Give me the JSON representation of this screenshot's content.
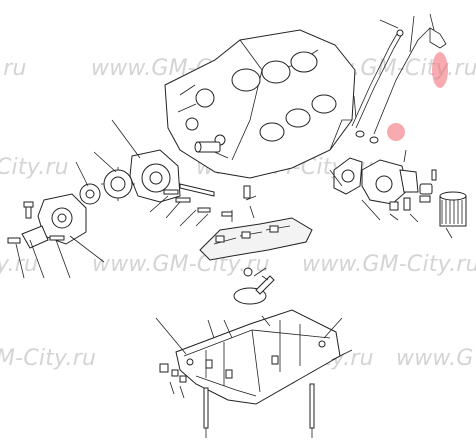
{
  "watermark": {
    "text_full": "www.GM-City.ru",
    "text_tail_ru": ".ru",
    "text_tail_city": "City.ru",
    "text_tail_gm": "M-City.ru",
    "text_tail_y": "y.ru",
    "text_head_www": "www.G",
    "color": "#d4d4d4"
  },
  "highlight_color": "#f0646e",
  "icons": [
    "engine-block-icon",
    "oil-pan-icon",
    "oil-dipstick-icon",
    "oil-pump-icon",
    "oil-filter-icon",
    "bolt-icon"
  ]
}
